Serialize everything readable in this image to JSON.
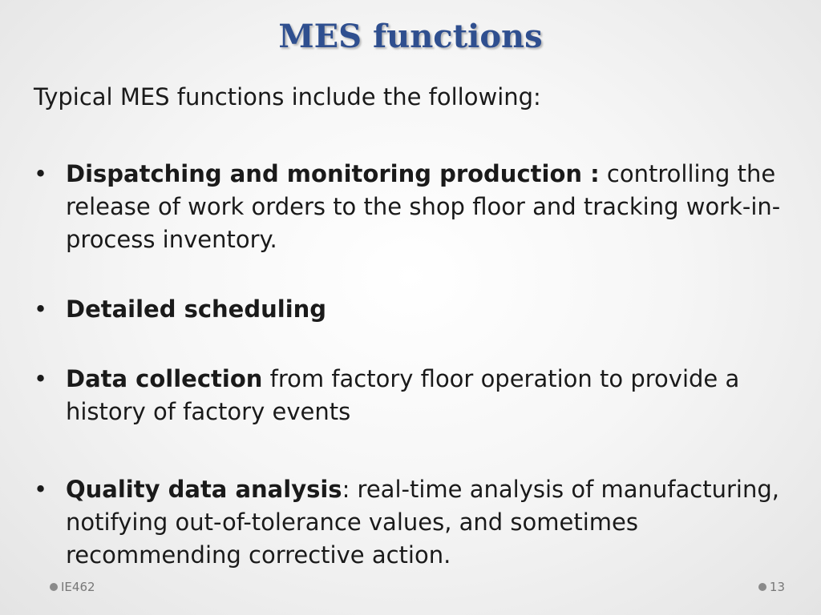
{
  "title": "MES functions",
  "intro": "Typical MES functions include the following:",
  "bullet_symbol": "•",
  "bullets": [
    {
      "bold": "Dispatching and monitoring production :",
      "text": " controlling the release of work orders to the shop floor and tracking work-in-process inventory."
    },
    {
      "bold": "Detailed scheduling",
      "text": ""
    },
    {
      "bold": "Data collection",
      "text": " from factory floor operation to provide a history of factory events"
    },
    {
      "bold": "Quality data analysis",
      "text": ": real-time analysis of manufacturing, notifying out-of-tolerance values, and sometimes recommending corrective action."
    }
  ],
  "footer": {
    "course": "IE462",
    "page_number": "13"
  },
  "colors": {
    "title": "#2f4f8f",
    "text": "#1a1a1a",
    "footer": "#777777"
  }
}
